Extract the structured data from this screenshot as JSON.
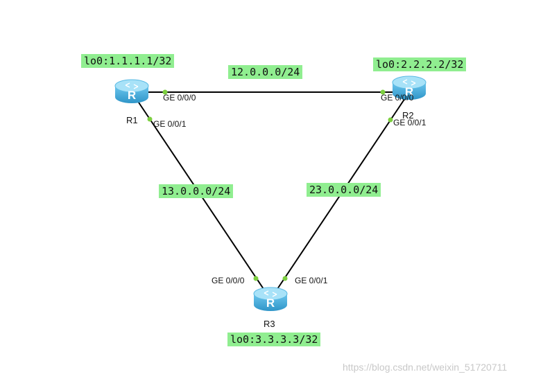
{
  "routers": [
    {
      "name": "R1",
      "loopback": "lo0:1.1.1.1/32"
    },
    {
      "name": "R2",
      "loopback": "lo0:2.2.2.2/32"
    },
    {
      "name": "R3",
      "loopback": "lo0:3.3.3.3/32"
    }
  ],
  "links": [
    {
      "network": "12.0.0.0/24",
      "a_if": "GE 0/0/0",
      "b_if": "GE 0/0/0"
    },
    {
      "network": "13.0.0.0/24",
      "a_if": "GE 0/0/1",
      "b_if": "GE 0/0/0"
    },
    {
      "network": "23.0.0.0/24",
      "a_if": "GE 0/0/1",
      "b_if": "GE 0/0/1"
    }
  ],
  "router_glyph": "R",
  "watermark": "https://blog.csdn.net/weixin_51720711",
  "colors": {
    "label_bg": "#90ee90",
    "router_body": "#4fb3e0",
    "router_top": "#9adcf7",
    "port_dot": "#7ccf3f",
    "link": "#000000"
  }
}
